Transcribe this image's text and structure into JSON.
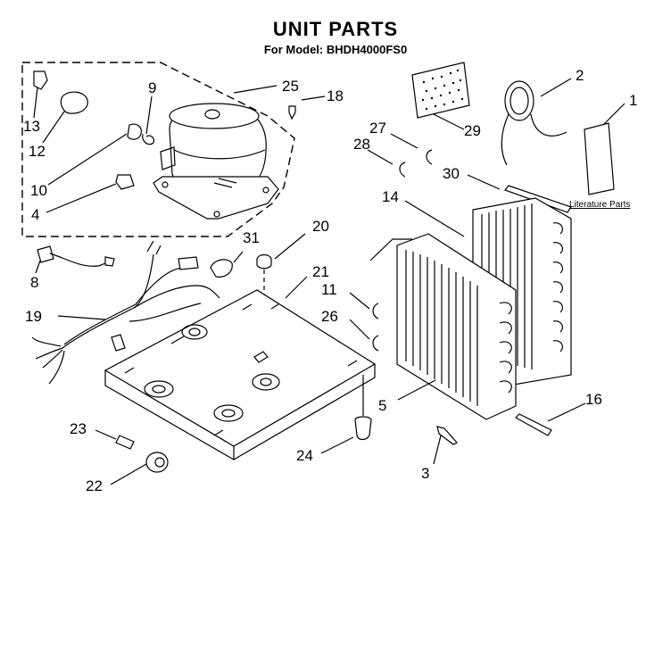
{
  "header": {
    "title": "UNIT PARTS",
    "subtitle": "For Model: BHDH4000FS0"
  },
  "callouts": {
    "c1": "1",
    "c2": "2",
    "c3": "3",
    "c4": "4",
    "c5": "5",
    "c8": "8",
    "c9": "9",
    "c10": "10",
    "c11": "11",
    "c12": "12",
    "c13": "13",
    "c14": "14",
    "c16": "16",
    "c18": "18",
    "c19": "19",
    "c20": "20",
    "c21": "21",
    "c22": "22",
    "c23": "23",
    "c24": "24",
    "c25": "25",
    "c26": "26",
    "c27": "27",
    "c28": "28",
    "c29": "29",
    "c30": "30",
    "c31": "31"
  },
  "literature_label": "Literature Parts"
}
